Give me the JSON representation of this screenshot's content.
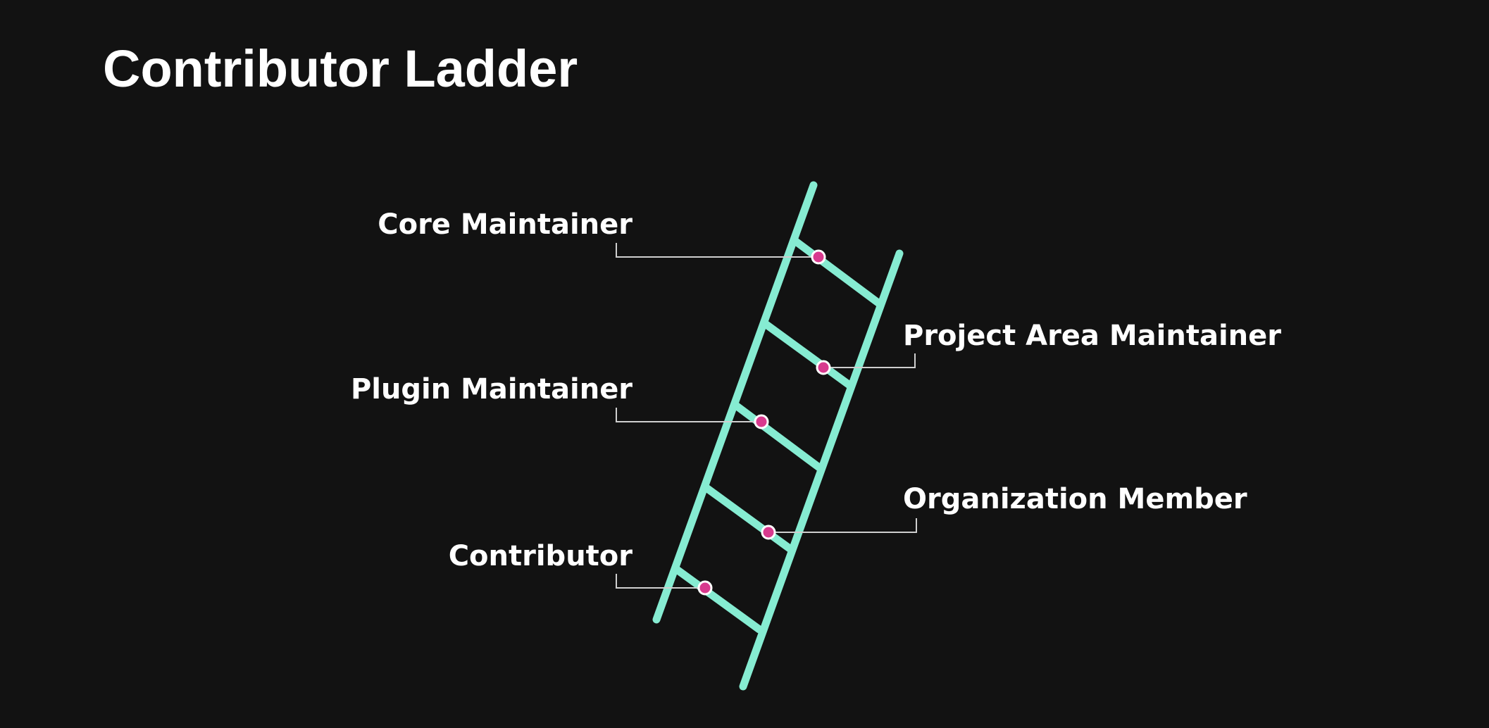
{
  "title": "Contributor Ladder",
  "colors": {
    "background": "#121212",
    "title": "#ffffff",
    "ladder": "#86ecd2",
    "dot": "#d83a8e",
    "leader": "#cfcfcf",
    "label": "#ffffff"
  },
  "roles": [
    {
      "label": "Core Maintainer",
      "side": "left"
    },
    {
      "label": "Project Area Maintainer",
      "side": "right"
    },
    {
      "label": "Plugin Maintainer",
      "side": "left"
    },
    {
      "label": "Organization Member",
      "side": "right"
    },
    {
      "label": "Contributor",
      "side": "left"
    }
  ]
}
